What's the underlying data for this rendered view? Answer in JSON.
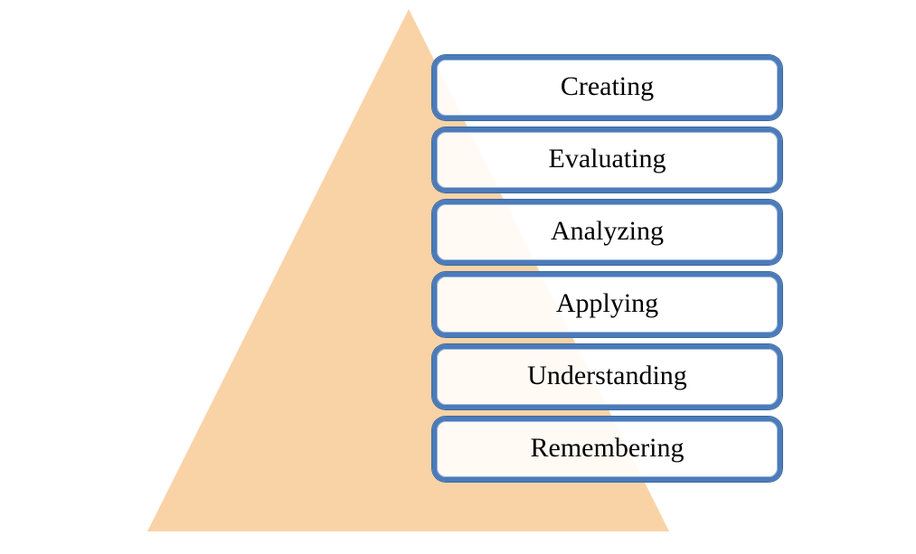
{
  "diagram": {
    "kind": "pyramid-levels"
  },
  "levels": [
    {
      "label": "Creating"
    },
    {
      "label": "Evaluating"
    },
    {
      "label": "Analyzing"
    },
    {
      "label": "Applying"
    },
    {
      "label": "Understanding"
    },
    {
      "label": "Remembering"
    }
  ],
  "colors": {
    "page-bg": "#ffffff",
    "pyramid-fill": "#f9d3a6",
    "box-border": "#4b7bba",
    "box-border-outer": "#3e699f",
    "box-border-inner": "#9cb6da",
    "box-fill": "rgba(255,255,255,0.88)",
    "label-text": "#000000"
  }
}
